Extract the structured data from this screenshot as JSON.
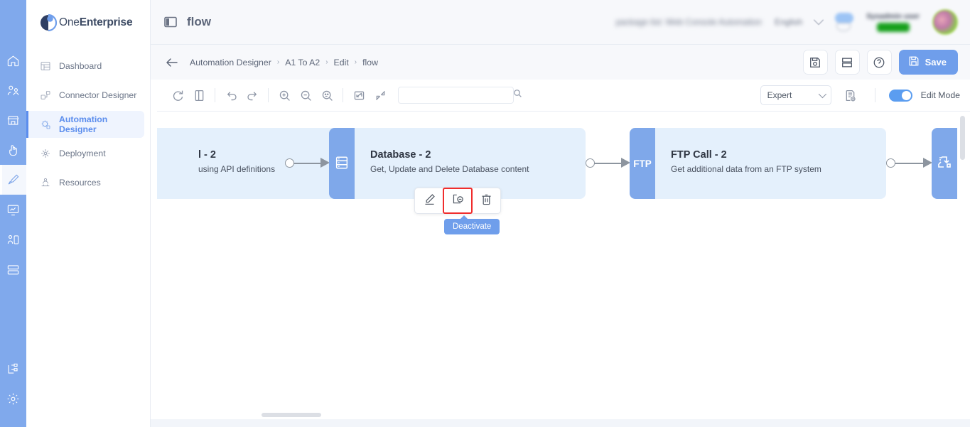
{
  "brand": {
    "name_light": "One",
    "name_bold": "Enterprise",
    "logo_icon": "circle-half-logo"
  },
  "icon_rail": {
    "items": [
      {
        "name": "home-icon",
        "label": "Home"
      },
      {
        "name": "users-icon",
        "label": "Users"
      },
      {
        "name": "store-icon",
        "label": "Marketplace"
      },
      {
        "name": "hand-click-icon",
        "label": "Interactions"
      },
      {
        "name": "brush-icon",
        "label": "Designer",
        "active": true
      },
      {
        "name": "monitor-chart-icon",
        "label": "Monitoring"
      },
      {
        "name": "person-id-icon",
        "label": "Identity"
      },
      {
        "name": "server-stack-icon",
        "label": "Servers"
      },
      {
        "name": "network-device-icon",
        "label": "Devices"
      },
      {
        "name": "gear-icon",
        "label": "Settings"
      }
    ]
  },
  "sidebar": {
    "items": [
      {
        "label": "Dashboard",
        "icon": "dashboard-icon",
        "active": false
      },
      {
        "label": "Connector Designer",
        "icon": "connector-icon",
        "active": false
      },
      {
        "label": "Automation Designer",
        "icon": "automation-gear-icon",
        "active": true
      },
      {
        "label": "Deployment",
        "icon": "deployment-icon",
        "active": false
      },
      {
        "label": "Resources",
        "icon": "resources-icon",
        "active": false
      }
    ]
  },
  "topbar": {
    "panel_toggle_icon": "panel-toggle-icon",
    "title": "flow",
    "tenant_text": "package list: Web Console Automation",
    "language": "English",
    "notification_icon": "bell-icon",
    "user_name": "Sysadmin user",
    "user_badge": "Admin",
    "avatar_icon": "user-avatar"
  },
  "breadcrumb": {
    "back_icon": "back-arrow-icon",
    "items": [
      "Automation Designer",
      "A1 To A2",
      "Edit",
      "flow"
    ],
    "separator": "›"
  },
  "header_actions": {
    "buttons": [
      {
        "name": "save-as-button",
        "icon": "floppy-disk-icon",
        "label": ""
      },
      {
        "name": "layout-button",
        "icon": "layout-rows-icon",
        "label": ""
      },
      {
        "name": "help-button",
        "icon": "question-circle-icon",
        "label": ""
      }
    ],
    "save": {
      "label": "Save",
      "icon": "save-floppy-icon",
      "color": "#6f9eeb"
    }
  },
  "toolbar": {
    "left_buttons": [
      {
        "name": "reload-button",
        "icon": "reload-icon"
      },
      {
        "name": "document-button",
        "icon": "document-icon"
      },
      {
        "name": "undo-button",
        "icon": "undo-icon"
      },
      {
        "name": "redo-button",
        "icon": "redo-icon"
      },
      {
        "name": "zoom-in-button",
        "icon": "zoom-in-icon"
      },
      {
        "name": "zoom-out-button",
        "icon": "zoom-out-icon"
      },
      {
        "name": "zoom-reset-button",
        "icon": "zoom-reset-icon"
      },
      {
        "name": "fit-screen-button",
        "icon": "fit-screen-icon"
      },
      {
        "name": "collapse-button",
        "icon": "collapse-arrows-icon"
      }
    ],
    "search": {
      "value": "",
      "placeholder": "",
      "icon": "search-icon"
    },
    "mode_select": {
      "value": "Expert",
      "icon": "chevron-down-icon"
    },
    "properties_icon": "document-settings-icon",
    "edit_mode": {
      "label": "Edit Mode",
      "enabled": true,
      "color": "#5b9df0"
    }
  },
  "canvas": {
    "nodes": [
      {
        "name": "node-api-call-2",
        "title": "l - 2",
        "subtitle": "using API definitions",
        "band_text": "",
        "band_icon": "",
        "partial": true
      },
      {
        "name": "node-database-2",
        "title": "Database - 2",
        "subtitle": "Get, Update and Delete Database content",
        "band_text": "",
        "band_icon": "database-icon",
        "partial": false
      },
      {
        "name": "node-ftp-call-2",
        "title": "FTP Call - 2",
        "subtitle": "Get additional data from an FTP system",
        "band_text": "FTP",
        "band_icon": "",
        "partial": false
      }
    ],
    "edge_node": {
      "name": "node-transform",
      "icon": "transform-swap-icon"
    },
    "node_colors": {
      "body": "#e4f0fc",
      "band": "#7fa8ea",
      "connector": "#8d959f"
    }
  },
  "node_actions": {
    "buttons": [
      {
        "name": "edit-node-button",
        "icon": "pencil-icon",
        "selected": false
      },
      {
        "name": "deactivate-node-button",
        "icon": "deactivate-icon",
        "selected": true
      },
      {
        "name": "delete-node-button",
        "icon": "trash-icon",
        "selected": false
      }
    ],
    "tooltip": "Deactivate",
    "selection_color": "#f02d2d",
    "tooltip_color": "#6f9eeb"
  },
  "scrollbars": {
    "vertical": {
      "name": "vertical-scrollbar"
    },
    "horizontal": {
      "name": "horizontal-scrollbar"
    }
  }
}
